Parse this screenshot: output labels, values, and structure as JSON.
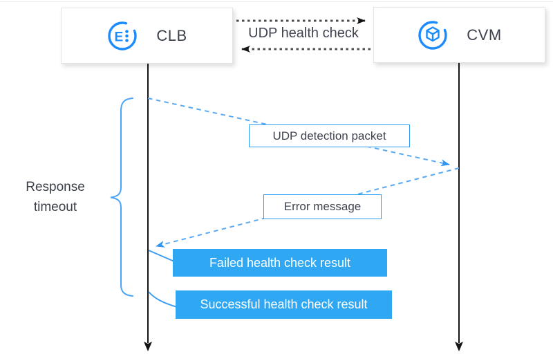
{
  "colors": {
    "accent_blue": "#1a8cff",
    "result_fill_blue": "#2fa7f2",
    "outline_blue": "#2b9df0",
    "message_line_blue": "#58a9f3",
    "brace_blue": "#4aa4f5",
    "dark_dashed_line": "#4d4d4d",
    "lifeline_black": "#141414",
    "text_dark": "#3f4450"
  },
  "actors": {
    "clb": {
      "label": "CLB",
      "icon": "clb-load-balancer-icon"
    },
    "cvm": {
      "label": "CVM",
      "icon": "cvm-server-icon"
    }
  },
  "top_link": {
    "label": "UDP health check"
  },
  "messages": {
    "request": {
      "label": "UDP detection packet",
      "from": "CLB",
      "to": "CVM",
      "style": "dashed-blue"
    },
    "response": {
      "label": "Error message",
      "from": "CVM",
      "to": "CLB",
      "style": "dashed-blue"
    }
  },
  "results": {
    "failed": {
      "label": "Failed health check result"
    },
    "success": {
      "label": "Successful health check result"
    }
  },
  "annotation": {
    "label": "Response timeout"
  }
}
